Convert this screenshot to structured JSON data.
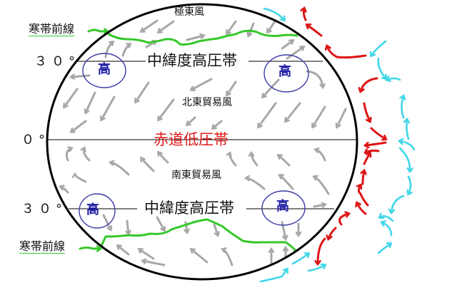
{
  "diagram": {
    "type": "atmospheric-general-circulation",
    "labels": {
      "polar_easterlies": "極東風",
      "polar_front_top": "寒帯前線",
      "polar_front_bottom": "寒帯前線",
      "lat_30_north": "３０°",
      "lat_0": "０°",
      "lat_30_south": "３０°",
      "subtropical_high_north": "中緯度高圧帯",
      "subtropical_high_south": "中緯度高圧帯",
      "ne_trades": "北東貿易風",
      "se_trades": "南東貿易風",
      "equatorial_low": "赤道低圧帯",
      "high_mark": "高"
    },
    "high_pressure_cells": [
      {
        "position": "north-left",
        "label": "高"
      },
      {
        "position": "north-right",
        "label": "高"
      },
      {
        "position": "south-left",
        "label": "高"
      },
      {
        "position": "south-right",
        "label": "高"
      }
    ],
    "colors": {
      "earth_outline": "#000000",
      "surface_wind_arrows": "#a8a8a8",
      "polar_front": "#35c82a",
      "equatorial_low_text": "#e01b1b",
      "upper_warm_flow": "#dd1414",
      "upper_cold_flow": "#3fd6e8",
      "high_cell_outline": "#3a3aa8",
      "high_cell_text": "#1f1fa8"
    }
  }
}
